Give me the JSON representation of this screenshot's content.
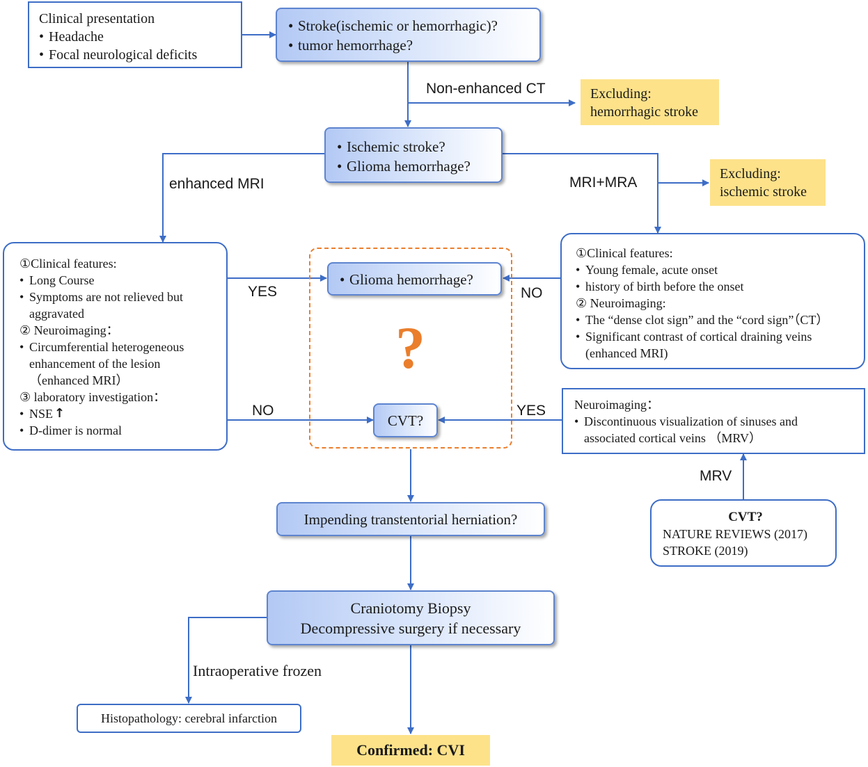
{
  "clinical_presentation": {
    "title": "Clinical presentation",
    "items": [
      "Headache",
      "Focal neurological deficits"
    ]
  },
  "stroke_question": {
    "items": [
      "Stroke(ischemic or hemorrhagic)?",
      "tumor hemorrhage?"
    ]
  },
  "labels": {
    "non_enhanced_ct": "Non-enhanced CT",
    "enhanced_mri": "enhanced MRI",
    "mri_mra": "MRI+MRA",
    "yes_left": "YES",
    "no_right": "NO",
    "no_left": "NO",
    "yes_right": "YES",
    "mrv": "MRV",
    "intraoperative_frozen": "Intraoperative frozen"
  },
  "exclusion_hemorrhagic": {
    "line1": "Excluding:",
    "line2": "hemorrhagic stroke"
  },
  "ischemic_question": {
    "items": [
      "Ischemic stroke?",
      "Glioma hemorrhage?"
    ]
  },
  "exclusion_ischemic": {
    "line1": "Excluding:",
    "line2": "ischemic stroke"
  },
  "left_features": {
    "heading1": "①Clinical features:",
    "item1": "Long Course",
    "item2a": "Symptoms are not relieved but",
    "item2b": "aggravated",
    "heading2": "② Neuroimaging：",
    "item3a": "Circumferential heterogeneous",
    "item3b": "enhancement of the lesion",
    "item3c": "（enhanced MRI）",
    "heading3": "③ laboratory investigation：",
    "item4": "NSE",
    "item4_arrow": "↑",
    "item5": "D-dimer is normal"
  },
  "glioma_question": {
    "text": "Glioma hemorrhage?"
  },
  "question_mark": "?",
  "cvt_question": {
    "text": "CVT?"
  },
  "right_features": {
    "heading1": "①Clinical features:",
    "item1": "Young female, acute onset",
    "item2": "history of birth before the onset",
    "heading2": "② Neuroimaging:",
    "item3": "The “dense clot sign” and the “cord sign”（CT）",
    "item4a": "Significant contrast of cortical draining veins",
    "item4b": "(enhanced MRI)"
  },
  "mrv_findings": {
    "heading": "Neuroimaging：",
    "item1a": "Discontinuous visualization of sinuses and",
    "item1b": "associated cortical veins （MRV）"
  },
  "cvt_reference": {
    "title": "CVT?",
    "line1": "NATURE REVIEWS (2017)",
    "line2": "STROKE (2019)"
  },
  "herniation": {
    "text": "Impending transtentorial herniation?"
  },
  "craniotomy": {
    "line1": "Craniotomy Biopsy",
    "line2": "Decompressive surgery if necessary"
  },
  "histopathology": {
    "text": "Histopathology: cerebral infarction"
  },
  "confirmed": {
    "text": "Confirmed: CVI"
  },
  "colors": {
    "line": "#3d6dc6",
    "box_border": "#3d6dc6",
    "gradient_start": "#b3c9f4",
    "highlight": "#fde28a",
    "dashed_orange": "#ea7e2c"
  }
}
